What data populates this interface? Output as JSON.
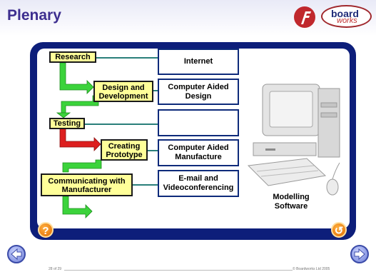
{
  "header": {
    "title": "Plenary",
    "logo_letter": "f",
    "logo_board": "board",
    "logo_works": "works"
  },
  "flow": {
    "stages": [
      {
        "label": "Research"
      },
      {
        "label": "Design and Development"
      },
      {
        "label": "Testing"
      },
      {
        "label": "Creating Prototype"
      },
      {
        "label": "Communicating with Manufacturer"
      }
    ],
    "tools": [
      {
        "label": "Internet"
      },
      {
        "label": "Computer Aided Design"
      },
      {
        "label": ""
      },
      {
        "label": "Computer Aided Manufacture"
      },
      {
        "label": "E-mail and Videoconferencing"
      }
    ]
  },
  "caption": "Modelling Software",
  "buttons": {
    "help": "?",
    "replay": "↺"
  },
  "footer": {
    "page": "28 of 29",
    "copyright": "© Boardworks Ltd 2005"
  },
  "colors": {
    "title": "#3d2e8f",
    "frame": "#0d1e7a",
    "stage_fill": "#ffff99",
    "arrow_green": "#3bd33b",
    "arrow_red": "#dd1f1f",
    "connector": "#2a7f7a"
  }
}
